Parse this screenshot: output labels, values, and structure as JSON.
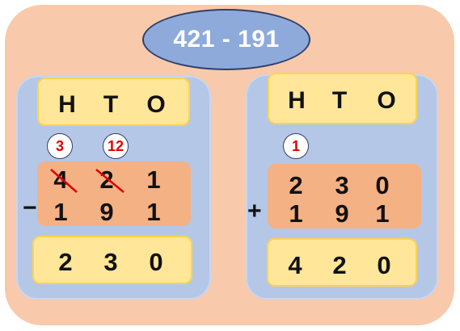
{
  "title": "421 - 191",
  "left": {
    "headers": [
      "H",
      "T",
      "O"
    ],
    "borrow_marks": [
      "3",
      "12"
    ],
    "top_number": [
      "4",
      "2",
      "1"
    ],
    "operator": "−",
    "bottom_number": [
      "1",
      "9",
      "1"
    ],
    "result": [
      "2",
      "3",
      "0"
    ]
  },
  "right": {
    "headers": [
      "H",
      "T",
      "O"
    ],
    "carry_mark": "1",
    "top_number": [
      "2",
      "3",
      "0"
    ],
    "operator": "+",
    "bottom_number": [
      "1",
      "9",
      "1"
    ],
    "result": [
      "4",
      "2",
      "0"
    ]
  },
  "colors": {
    "background": "#f8c9aa",
    "panel": "#b4c7e7",
    "header_box": "#ffe699",
    "digits_box": "#f4b183",
    "title_oval": "#8eaadb",
    "mark": "#e00000"
  }
}
